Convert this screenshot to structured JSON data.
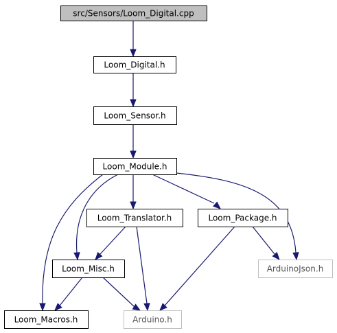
{
  "diagram": {
    "type": "include-dependency-graph",
    "colors": {
      "edge": "#191970",
      "node_border": "#000000",
      "external_border": "#bfbfbf",
      "root_fill": "#bfbfbf",
      "node_fill": "#ffffff"
    },
    "nodes": [
      {
        "id": "loom_digital_cpp",
        "label": "src/Sensors/Loom_Digital.cpp",
        "kind": "root"
      },
      {
        "id": "loom_digital_h",
        "label": "Loom_Digital.h",
        "kind": "local"
      },
      {
        "id": "loom_sensor_h",
        "label": "Loom_Sensor.h",
        "kind": "local"
      },
      {
        "id": "loom_module_h",
        "label": "Loom_Module.h",
        "kind": "local"
      },
      {
        "id": "loom_translator_h",
        "label": "Loom_Translator.h",
        "kind": "local"
      },
      {
        "id": "loom_package_h",
        "label": "Loom_Package.h",
        "kind": "local"
      },
      {
        "id": "loom_misc_h",
        "label": "Loom_Misc.h",
        "kind": "local"
      },
      {
        "id": "arduinojson_h",
        "label": "ArduinoJson.h",
        "kind": "external"
      },
      {
        "id": "loom_macros_h",
        "label": "Loom_Macros.h",
        "kind": "local"
      },
      {
        "id": "arduino_h",
        "label": "Arduino.h",
        "kind": "external"
      }
    ],
    "edges": [
      {
        "from": "loom_digital_cpp",
        "to": "loom_digital_h"
      },
      {
        "from": "loom_digital_h",
        "to": "loom_sensor_h"
      },
      {
        "from": "loom_sensor_h",
        "to": "loom_module_h"
      },
      {
        "from": "loom_module_h",
        "to": "loom_translator_h"
      },
      {
        "from": "loom_module_h",
        "to": "loom_package_h"
      },
      {
        "from": "loom_module_h",
        "to": "loom_misc_h"
      },
      {
        "from": "loom_module_h",
        "to": "loom_macros_h"
      },
      {
        "from": "loom_module_h",
        "to": "arduinojson_h"
      },
      {
        "from": "loom_translator_h",
        "to": "loom_misc_h"
      },
      {
        "from": "loom_translator_h",
        "to": "arduino_h"
      },
      {
        "from": "loom_package_h",
        "to": "arduinojson_h"
      },
      {
        "from": "loom_package_h",
        "to": "arduino_h"
      },
      {
        "from": "loom_misc_h",
        "to": "loom_macros_h"
      },
      {
        "from": "loom_misc_h",
        "to": "arduino_h"
      }
    ]
  }
}
